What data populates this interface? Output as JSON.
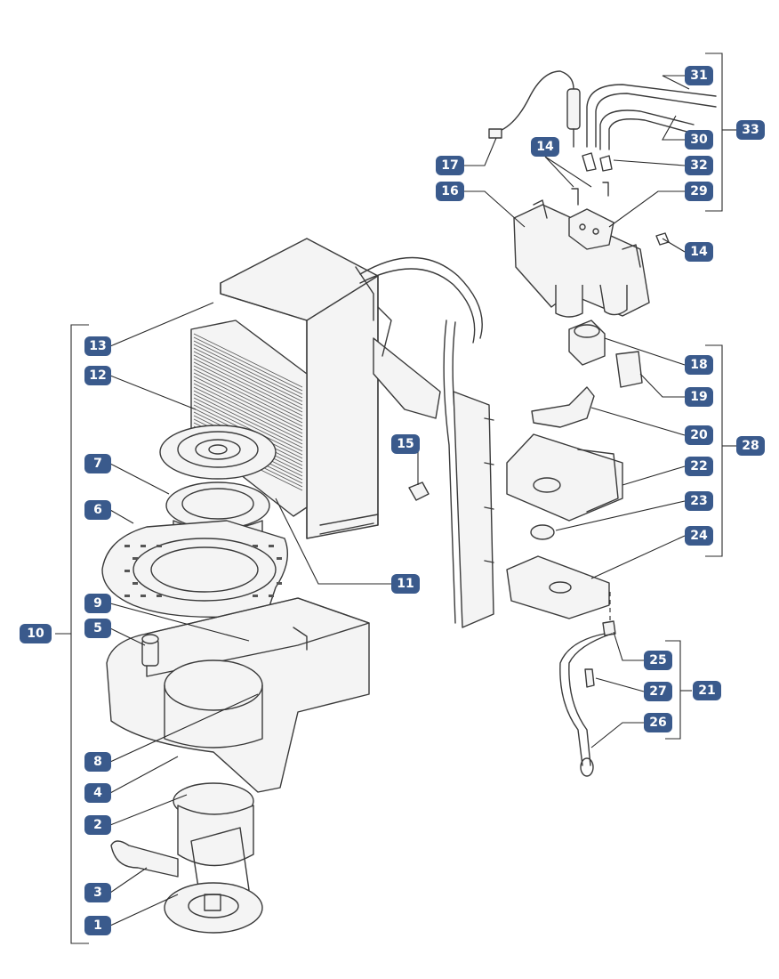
{
  "colors": {
    "badge": "#3a5a8c",
    "line": "#2a2a2a",
    "part_fill": "#f4f4f4"
  },
  "labels": {
    "p1": "1",
    "p2": "2",
    "p3": "3",
    "p4": "4",
    "p5": "5",
    "p6": "6",
    "p7": "7",
    "p8": "8",
    "p9": "9",
    "p10": "10",
    "p11": "11",
    "p12": "12",
    "p13": "13",
    "p14a": "14",
    "p14b": "14",
    "p15": "15",
    "p16": "16",
    "p17": "17",
    "p18": "18",
    "p19": "19",
    "p20": "20",
    "p21": "21",
    "p22": "22",
    "p23": "23",
    "p24": "24",
    "p25": "25",
    "p26": "26",
    "p27": "27",
    "p28": "28",
    "p29": "29",
    "p30": "30",
    "p31": "31",
    "p32": "32",
    "p33": "33"
  }
}
